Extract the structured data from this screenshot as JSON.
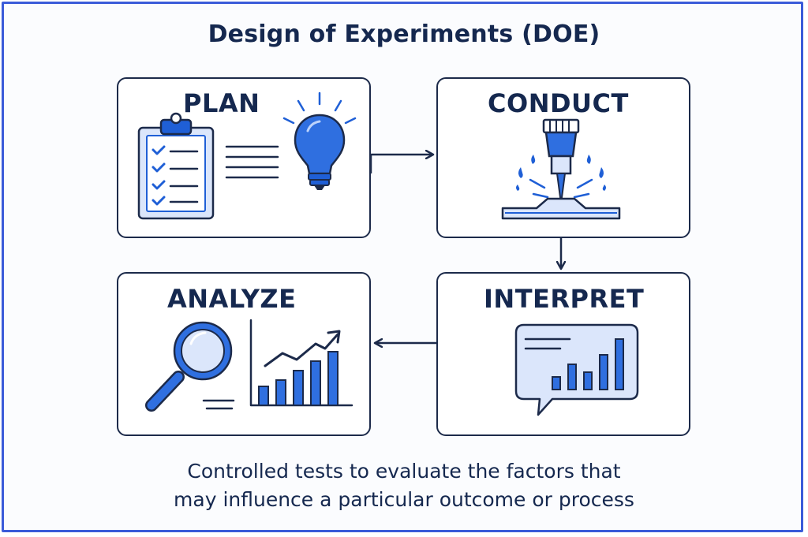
{
  "title": "Design of Experiments (DOE)",
  "steps": [
    {
      "label": "PLAN",
      "icons": [
        "clipboard-checklist-icon",
        "lines-icon",
        "lightbulb-icon"
      ]
    },
    {
      "label": "CONDUCT",
      "icons": [
        "drill-icon"
      ]
    },
    {
      "label": "INTERPRET",
      "icons": [
        "speech-bubble-chart-icon"
      ]
    },
    {
      "label": "ANALYZE",
      "icons": [
        "magnifying-glass-icon",
        "bar-chart-trend-icon"
      ]
    }
  ],
  "caption": {
    "line1": "Controlled tests to evaluate the factors that",
    "line2": "may influence a particular outcome or process"
  },
  "colors": {
    "accent": "#1f5fd6",
    "accent_light": "#dbe6fb",
    "ink": "#1c2a4a",
    "frame": "#3a5bd9"
  }
}
